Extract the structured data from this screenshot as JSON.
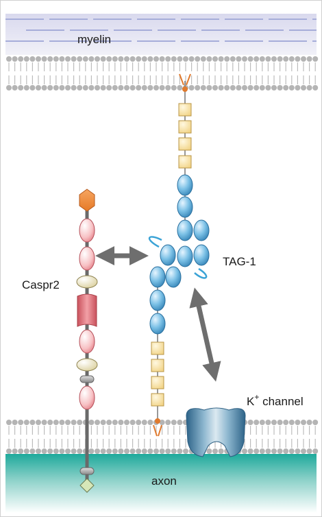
{
  "labels": {
    "myelin": "myelin",
    "tag1": "TAG-1",
    "caspr2": "Caspr2",
    "k_channel_base": "K",
    "k_channel_sup": "+",
    "k_channel_rest": " channel",
    "axon": "axon"
  },
  "colors": {
    "myelin_band": "#e4e4f2",
    "myelin_line": "#9aa4d6",
    "lipid": "#b8b8b8",
    "ig_domain": "#5aaad6",
    "fn3_domain": "#f2d48a",
    "caspr2_lamg": "#f4a9ae",
    "caspr2_discoidin": "#f28c3c",
    "caspr2_egf": "#e6dcaa",
    "caspr2_fibrinogen": "#d9646e",
    "gpi_anchor": "#e07a2e",
    "arrow": "#6e6e6e",
    "axon_top": "#1aa89a",
    "axon_bottom": "#ffffff",
    "channel": "#3a6f95"
  }
}
